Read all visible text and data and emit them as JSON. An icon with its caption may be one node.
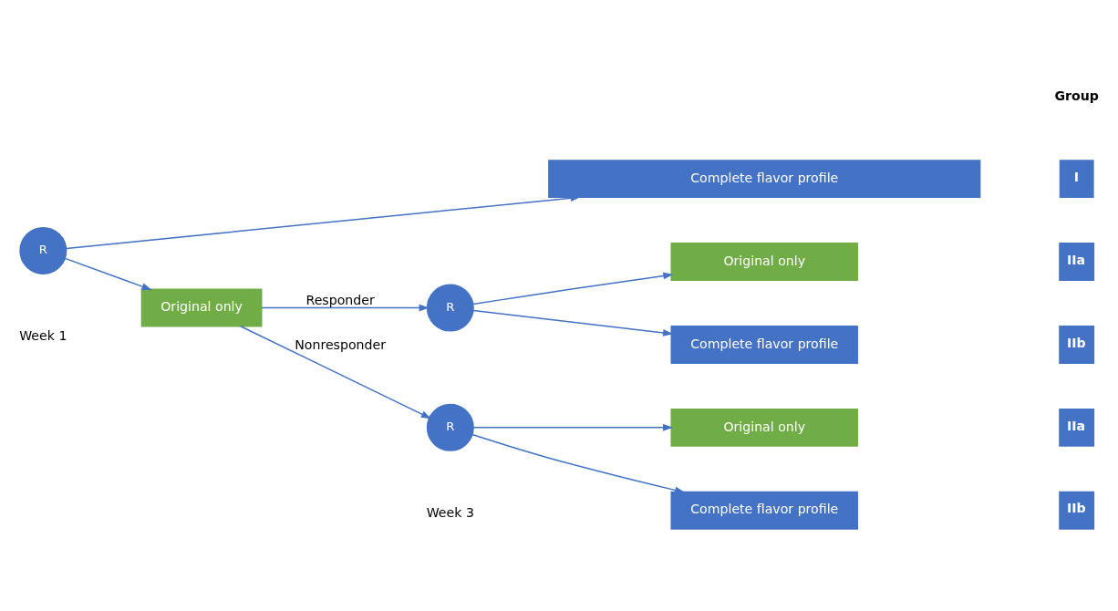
{
  "diagram": {
    "nodes": [
      {
        "text": [
          "R"
        ]
      },
      {
        "text": [
          "Complete flavor profile"
        ]
      },
      {
        "text": [
          "Original only"
        ]
      },
      {
        "text": [
          "R"
        ]
      },
      {
        "text": [
          "R"
        ]
      },
      {
        "text": [
          "Original only"
        ]
      },
      {
        "text": [
          "Complete flavor profile"
        ]
      },
      {
        "text": [
          "Original only"
        ]
      },
      {
        "text": [
          "Complete flavor profile"
        ]
      },
      {
        "text": [
          "I"
        ]
      },
      {
        "text": [
          "IIa"
        ]
      },
      {
        "text": [
          "IIb"
        ]
      },
      {
        "text": [
          "IIa"
        ]
      },
      {
        "text": [
          "IIb"
        ]
      }
    ],
    "edges": [
      {
        "from": 0,
        "to": 1,
        "arrow": "to"
      },
      {
        "from": 0,
        "to": 2,
        "arrow": "to"
      },
      {
        "from": 2,
        "to": 3,
        "arrow": "to",
        "label": "Responder"
      },
      {
        "from": 2,
        "to": 4,
        "arrow": "to",
        "label": "Nonresponder"
      },
      {
        "from": 3,
        "to": 5,
        "arrow": "to"
      },
      {
        "from": 3,
        "to": 6,
        "arrow": "to"
      },
      {
        "from": 4,
        "to": 7,
        "arrow": "to"
      },
      {
        "from": 4,
        "to": 8,
        "arrow": "to"
      }
    ],
    "labels": [
      "Group",
      "Week 1",
      "Week 3"
    ]
  }
}
